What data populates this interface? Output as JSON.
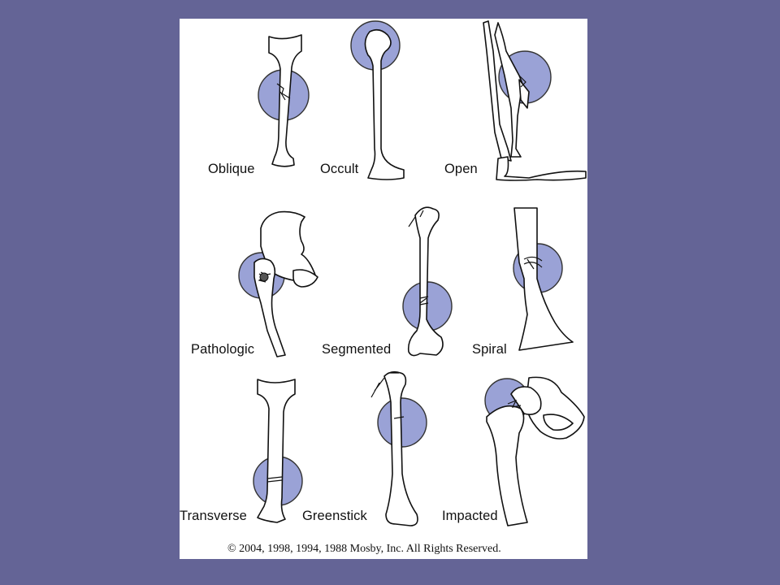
{
  "figure": {
    "labels": {
      "oblique": "Oblique",
      "occult": "Occult",
      "open": "Open",
      "pathologic": "Pathologic",
      "segmented": "Segmented",
      "spiral": "Spiral",
      "transverse": "Transverse",
      "greenstick": "Greenstick",
      "impacted": "Impacted"
    },
    "copyright": "© 2004, 1998, 1994, 1988 Mosby, Inc. All Rights Reserved."
  },
  "colors": {
    "slide_background": "#646496",
    "highlight_circle": "#9aa2d6",
    "panel": "#ffffff"
  }
}
